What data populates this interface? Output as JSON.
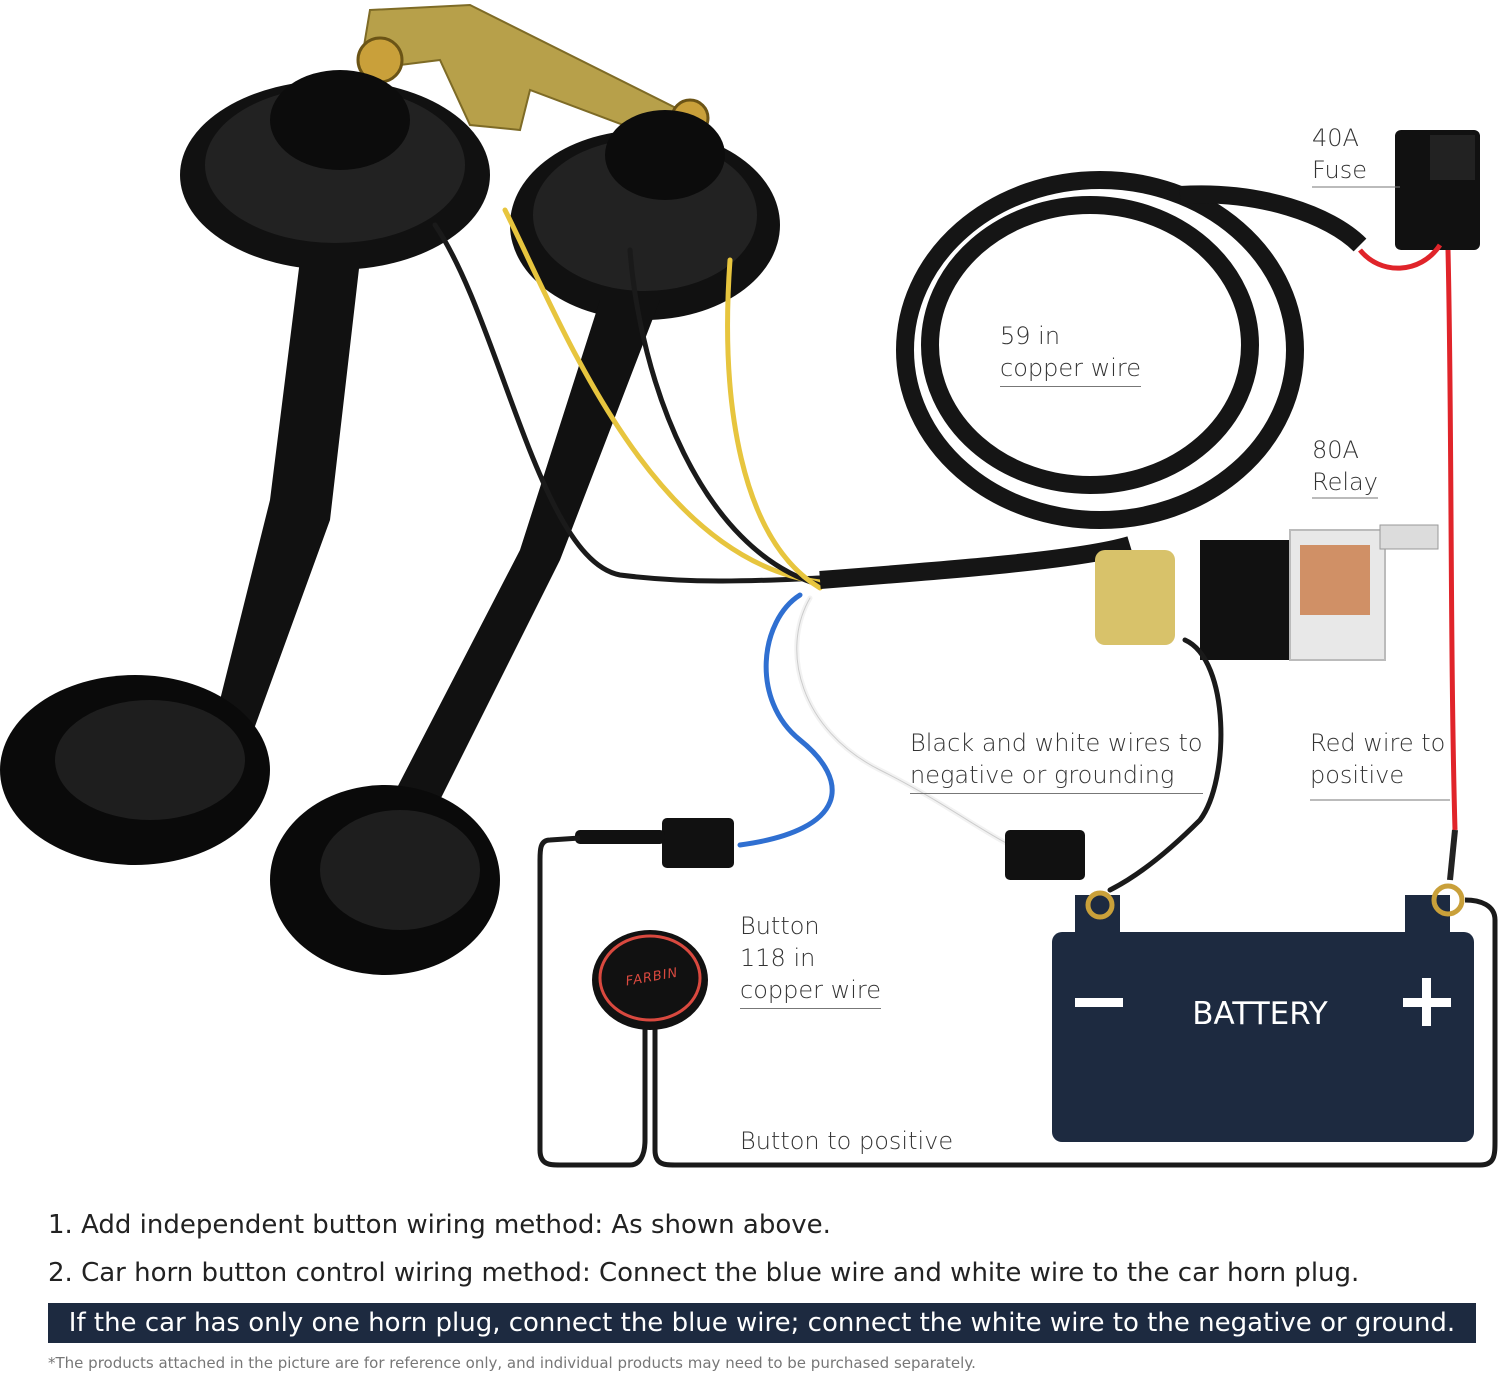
{
  "labels": {
    "fuse_line1": "40A",
    "fuse_line2": "Fuse",
    "copper_wire_line1": "59 in",
    "copper_wire_line2": "copper wire",
    "relay_line1": "80A",
    "relay_line2": "Relay",
    "ground_line1": "Black and white wires to",
    "ground_line2": "negative or grounding",
    "red_wire_line1": "Red wire to",
    "red_wire_line2": "positive",
    "button_line1": "Button",
    "button_line2": "118 in",
    "button_line3": "copper wire",
    "button_to_positive": "Button to positive",
    "battery": "BATTERY",
    "battery_minus": "−",
    "battery_plus": "+",
    "button_brand": "FARBIN"
  },
  "notes": {
    "note_1": "1. Add independent button wiring method: As shown above.",
    "note_2": "2. Car horn button control wiring method: Connect the blue wire and white wire to the car horn plug.",
    "highlight": "If the car has only one horn plug, connect the blue wire; connect the white wire to the negative or ground.",
    "disclaimer": "*The products attached in the picture are for reference only, and individual products may need to be purchased separately."
  },
  "colors": {
    "battery_fill": "#1d2a40",
    "highlight_bar": "#1d2a40",
    "red_wire": "#e0242a",
    "yellow_wire": "#e7c53e",
    "blue_wire": "#2f6fd1",
    "button_ring": "#d9493f",
    "horn_black": "#111111",
    "bracket_gold": "#b7a04a"
  }
}
